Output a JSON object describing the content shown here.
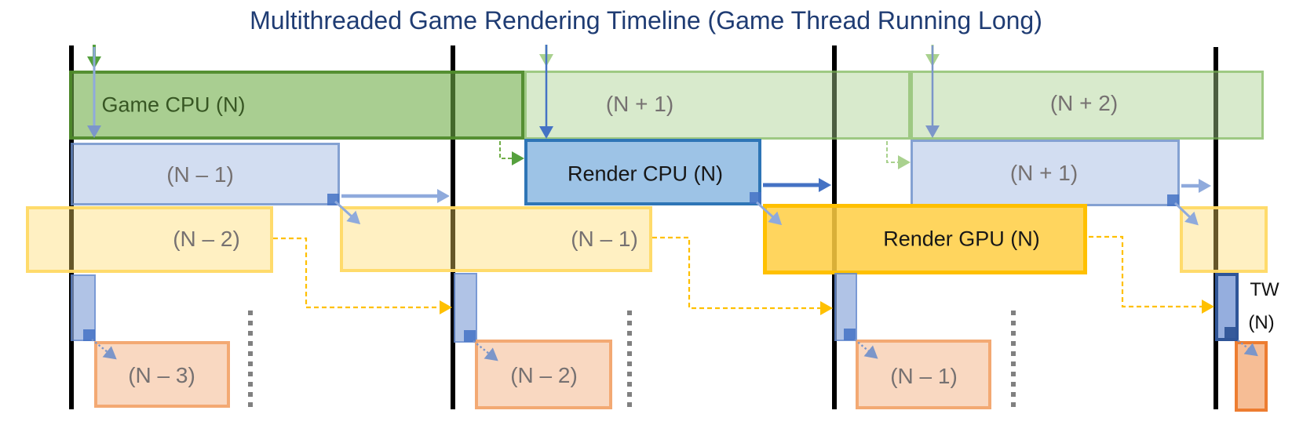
{
  "title": "Multithreaded Game Rendering Timeline (Game Thread Running Long)",
  "colors": {
    "title_text": "#1F3C73",
    "frame_line": "#000000",
    "ellipsis_dots": "#7F7F7F",
    "game_green": "#70AD47",
    "render_blue": "#4472C4",
    "gpu_yellow": "#FFC000",
    "present_orange": "#ED7D31",
    "label_gray": "#767171"
  },
  "rows": {
    "game_cpu": {
      "current": "Game CPU (N)",
      "next1": "(N + 1)",
      "next2": "(N + 2)"
    },
    "render_cpu": {
      "prev1": "(N – 1)",
      "current": "Render CPU (N)",
      "next1": "(N + 1)"
    },
    "render_gpu": {
      "prev2": "(N – 2)",
      "prev1": "(N – 1)",
      "current": "Render GPU (N)"
    },
    "present": {
      "prev3": "(N – 3)",
      "prev2": "(N – 2)",
      "prev1": "(N – 1)",
      "tw_line1": "TW",
      "tw_line2": "(N)"
    }
  }
}
